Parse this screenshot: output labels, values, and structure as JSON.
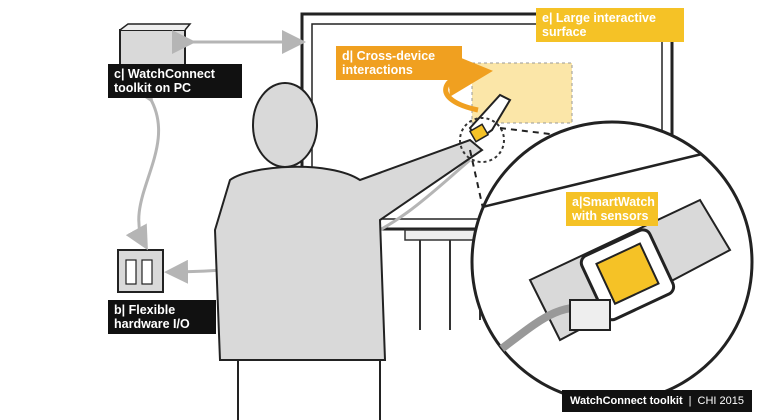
{
  "labels": {
    "pc": {
      "line1": "c| WatchConnect",
      "line2": "toolkit on PC"
    },
    "io": {
      "line1": "b| Flexible",
      "line2": "hardware I/O"
    },
    "cross": {
      "line1": "d| Cross-device",
      "line2": "interactions"
    },
    "surface": {
      "line1": "e| Large interactive",
      "line2": "surface"
    },
    "watch": {
      "line1": "a|SmartWatch",
      "line2": "with sensors"
    }
  },
  "footer": {
    "title": "WatchConnect toolkit",
    "separator": "|",
    "venue": "CHI 2015"
  },
  "colors": {
    "dark": "#111111",
    "yellow": "#f5c226",
    "orange": "#f0a020",
    "highlight": "#fbe6a8",
    "figure_fill": "#d9d9d9",
    "connector": "#b5b5b5"
  }
}
